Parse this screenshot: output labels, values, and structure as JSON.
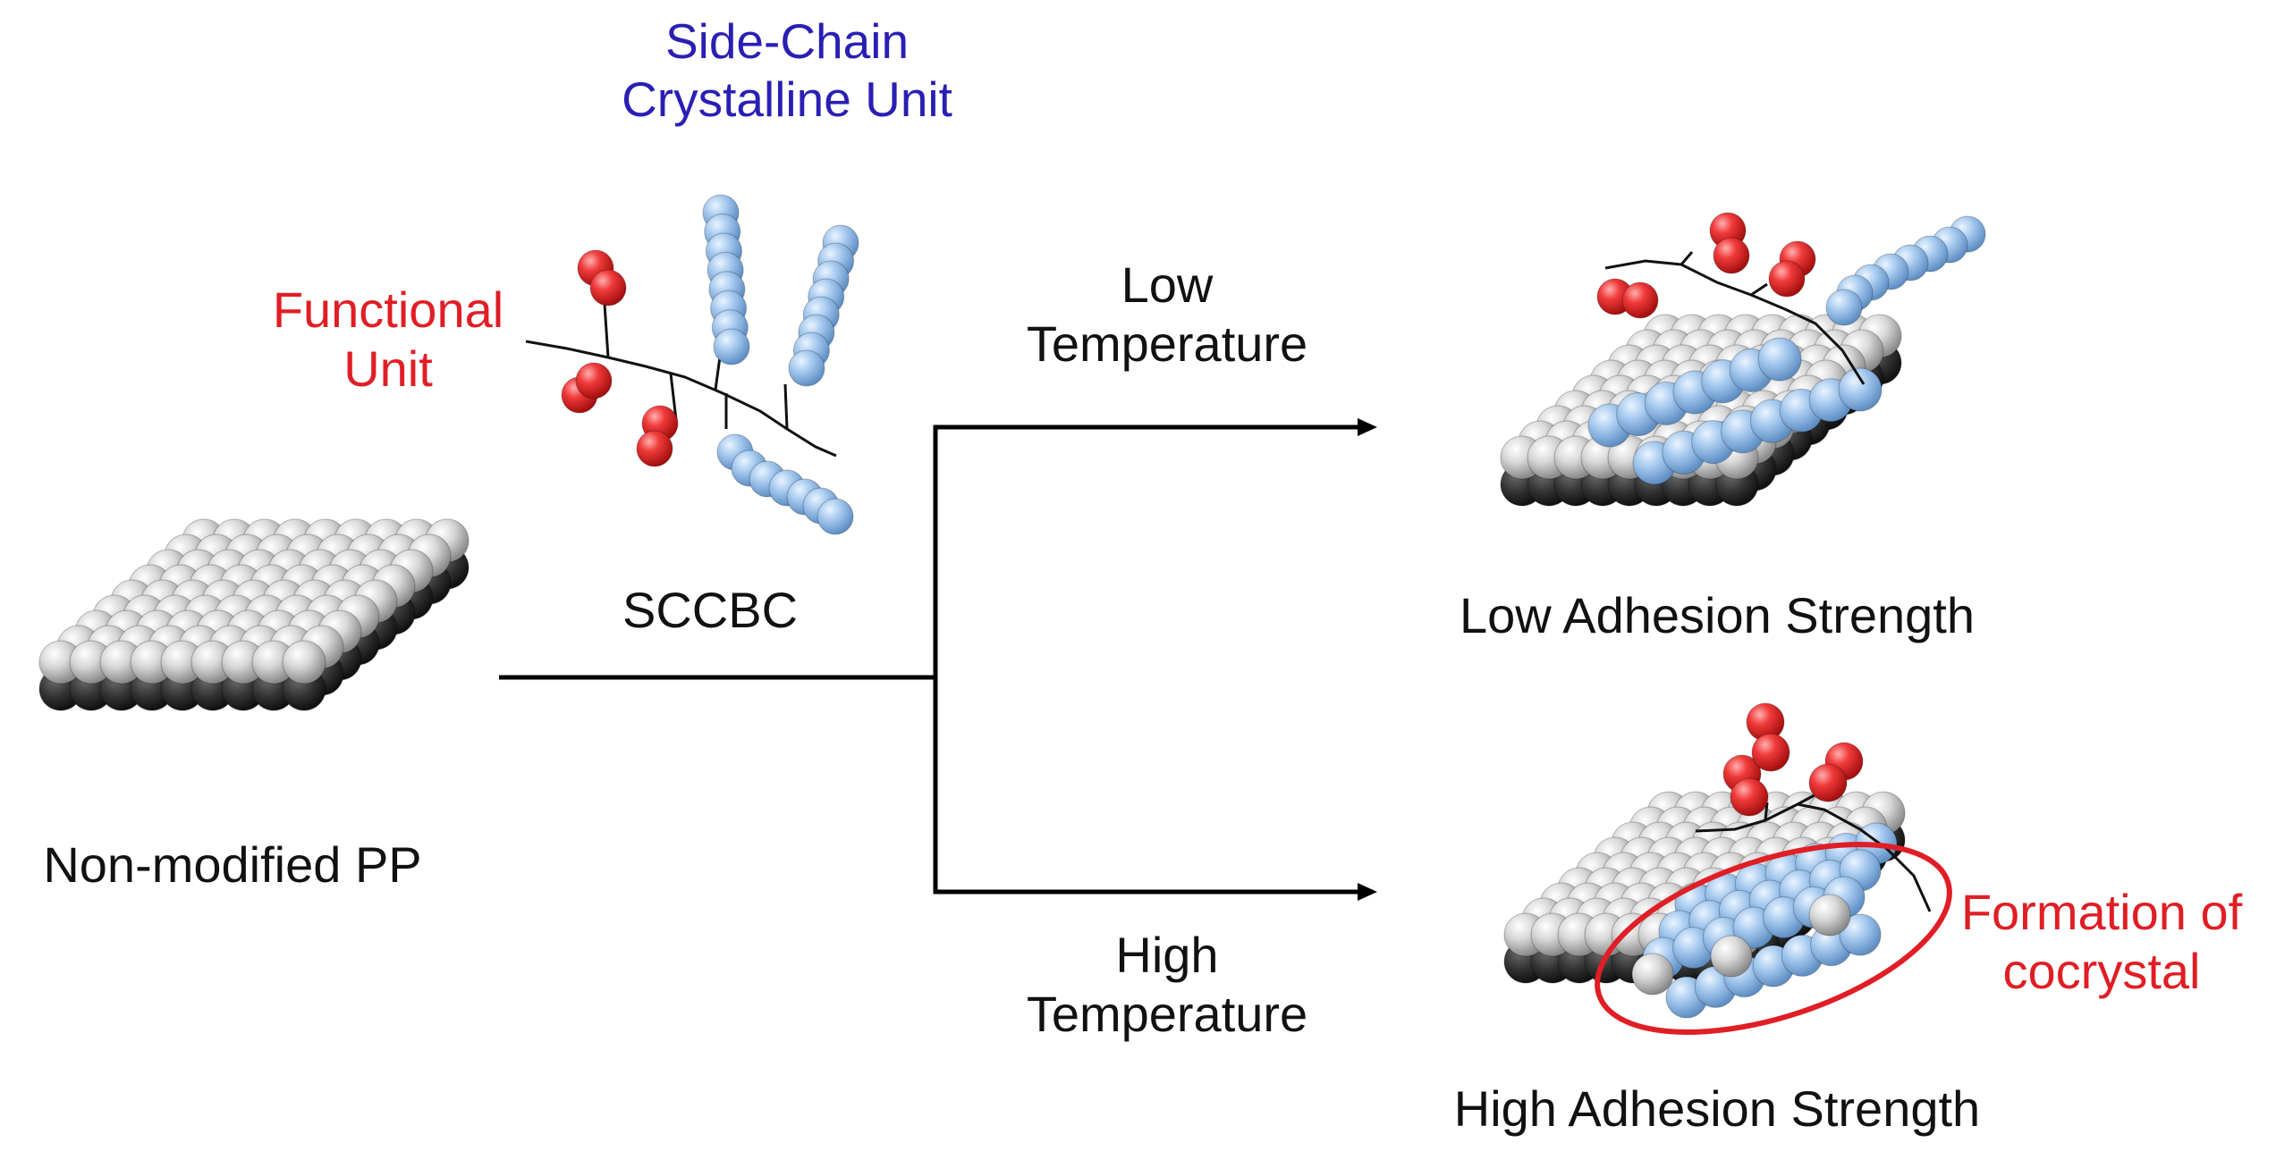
{
  "colors": {
    "functional": "#e01e25",
    "crystalline": "#2a1fb3",
    "text": "#111111",
    "pp_top": "#b4b4b4",
    "pp_bottom": "#2b2b2b",
    "side_chain_bead": "#9cc3ea",
    "functional_bead": "#e02a2a",
    "highlight_ellipse": "#e01e25"
  },
  "labels": {
    "side_chain_line1": "Side-Chain",
    "side_chain_line2": "Crystalline Unit",
    "functional_line1": "Functional",
    "functional_line2": "Unit",
    "sccbc": "SCCBC",
    "non_modified_pp": "Non-modified PP",
    "low_temp_line1": "Low",
    "low_temp_line2": "Temperature",
    "high_temp_line1": "High",
    "high_temp_line2": "Temperature",
    "low_adhesion": "Low Adhesion Strength",
    "high_adhesion": "High Adhesion Strength",
    "cocrystal_line1": "Formation of",
    "cocrystal_line2": "cocrystal"
  }
}
